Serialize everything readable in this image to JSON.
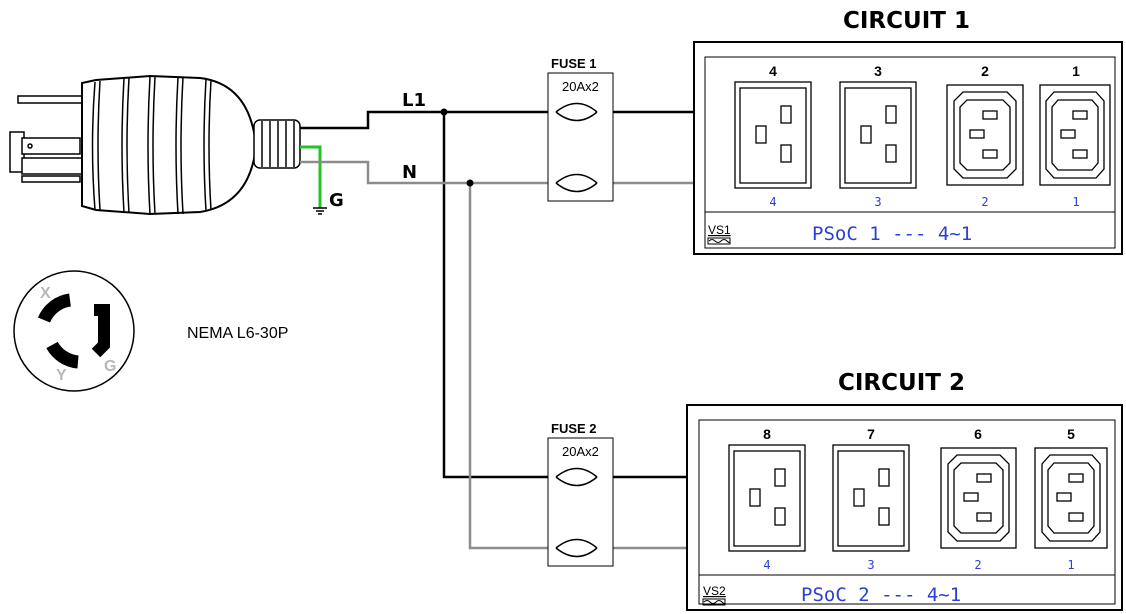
{
  "plug": {
    "model": "NEMA L6-30P",
    "pin_x": "X",
    "pin_y": "Y",
    "pin_g": "G"
  },
  "wires": {
    "line_label": "L1",
    "neutral_label": "N",
    "ground_label": "G"
  },
  "fuses": [
    {
      "title": "FUSE 1",
      "rating": "20Ax2"
    },
    {
      "title": "FUSE 2",
      "rating": "20Ax2"
    }
  ],
  "circuits": [
    {
      "title": "CIRCUIT 1",
      "outlet_numbers": [
        "4",
        "3",
        "2",
        "1"
      ],
      "slot_numbers": [
        "4",
        "3",
        "2",
        "1"
      ],
      "vs_label": "VS1",
      "psoc_label": "PSoC 1 --- 4~1"
    },
    {
      "title": "CIRCUIT 2",
      "outlet_numbers": [
        "8",
        "7",
        "6",
        "5"
      ],
      "slot_numbers": [
        "4",
        "3",
        "2",
        "1"
      ],
      "vs_label": "VS2",
      "psoc_label": "PSoC 2 --- 4~1"
    }
  ],
  "colors": {
    "line": "#000000",
    "neutral": "#8c8c8c",
    "ground": "#22c422",
    "psoc_text": "#2a3fd6"
  }
}
